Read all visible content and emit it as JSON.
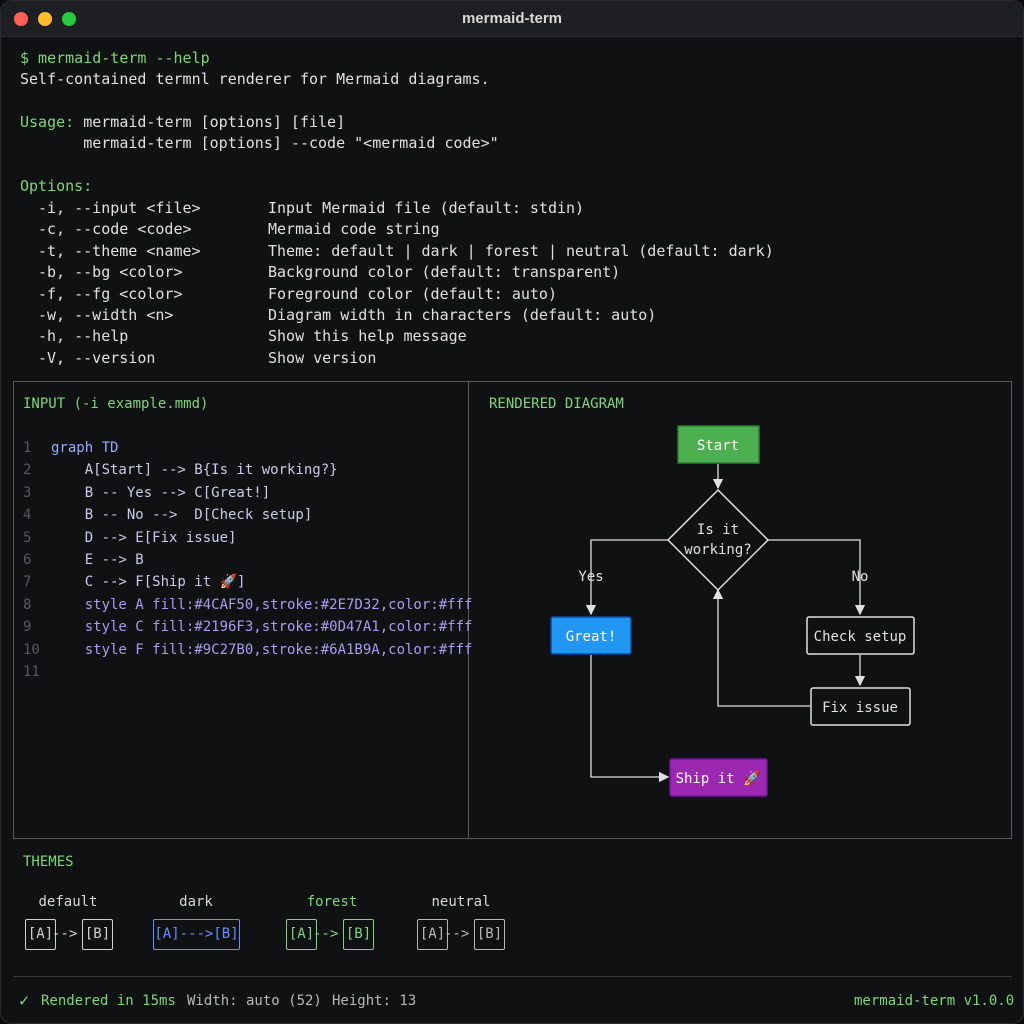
{
  "window": {
    "title": "mermaid-term"
  },
  "help": {
    "command_line": "$ mermaid-term --help",
    "description": "Self-contained termnl renderer for Mermaid diagrams.",
    "usage_label": "Usage:",
    "usage_1": " mermaid-term [options] [file]",
    "usage_2": "       mermaid-term [options] --code \"<mermaid code>\"",
    "options_label": "Options:",
    "options": [
      {
        "flag": "-i, --input <file>",
        "desc": "Input Mermaid file (default: stdin)"
      },
      {
        "flag": "-c, --code <code>",
        "desc": "Mermaid code string"
      },
      {
        "flag": "-t, --theme <name>",
        "desc": "Theme: default | dark | forest | neutral (default: dark)"
      },
      {
        "flag": "-b, --bg <color>",
        "desc": "Background color (default: transparent)"
      },
      {
        "flag": "-f, --fg <color>",
        "desc": "Foreground color (default: auto)"
      },
      {
        "flag": "-w, --width <n>",
        "desc": "Diagram width in characters (default: auto)"
      },
      {
        "flag": "-h, --help",
        "desc": "Show this help message"
      },
      {
        "flag": "-V, --version",
        "desc": "Show version"
      }
    ]
  },
  "input_panel": {
    "label": "INPUT (-i example.mmd)",
    "lines": [
      {
        "n": "1",
        "text": "graph TD",
        "kind": "kw"
      },
      {
        "n": "2",
        "text": "    A[Start] --> B{Is it working?}",
        "kind": "code"
      },
      {
        "n": "3",
        "text": "    B -- Yes --> C[Great!]",
        "kind": "code"
      },
      {
        "n": "4",
        "text": "    B -- No -->  D[Check setup]",
        "kind": "code"
      },
      {
        "n": "5",
        "text": "    D --> E[Fix issue]",
        "kind": "code"
      },
      {
        "n": "6",
        "text": "    E --> B",
        "kind": "code"
      },
      {
        "n": "7",
        "text": "    C --> F[Ship it 🚀]",
        "kind": "code"
      },
      {
        "n": "8",
        "text": "    style A fill:#4CAF50,stroke:#2E7D32,color:#fff",
        "kind": "style"
      },
      {
        "n": "9",
        "text": "    style C fill:#2196F3,stroke:#0D47A1,color:#fff",
        "kind": "style"
      },
      {
        "n": "10",
        "text": "    style F fill:#9C27B0,stroke:#6A1B9A,color:#fff",
        "kind": "style"
      },
      {
        "n": "11",
        "text": "",
        "kind": "code"
      }
    ]
  },
  "diagram_panel": {
    "label": "RENDERED DIAGRAM",
    "nodes": {
      "start": "Start",
      "decision_1": "Is it",
      "decision_2": "working?",
      "great": "Great!",
      "check": "Check setup",
      "fix": "Fix issue",
      "ship": "Ship it 🚀"
    },
    "edge_yes": "Yes",
    "edge_no": "No",
    "colors": {
      "start_fill": "#4CAF50",
      "start_stroke": "#2E7D32",
      "great_fill": "#2196F3",
      "great_stroke": "#0D47A1",
      "ship_fill": "#9C27B0",
      "ship_stroke": "#6A1B9A",
      "line": "#e0e0e0"
    }
  },
  "themes": {
    "label": "THEMES",
    "items": [
      {
        "name": "default",
        "a": "[A]",
        "arrow": "-->",
        "b": "[B]",
        "color": "#d0d0d0"
      },
      {
        "name": "dark",
        "a": "[A]",
        "arrow": "--->",
        "b": "[B]",
        "color": "#6b8cff"
      },
      {
        "name": "forest",
        "a": "[A]",
        "arrow": "-->",
        "b": "[B]",
        "color": "#7fd57a"
      },
      {
        "name": "neutral",
        "a": "[A]",
        "arrow": "-->",
        "b": "[B]",
        "color": "#b8b8b8"
      }
    ]
  },
  "status_bar": {
    "check_icon": "✓",
    "rendered": "Rendered in 15ms",
    "width": "Width: auto (52)",
    "height": "Height: 13",
    "version": "mermaid-term v1.0.0"
  }
}
